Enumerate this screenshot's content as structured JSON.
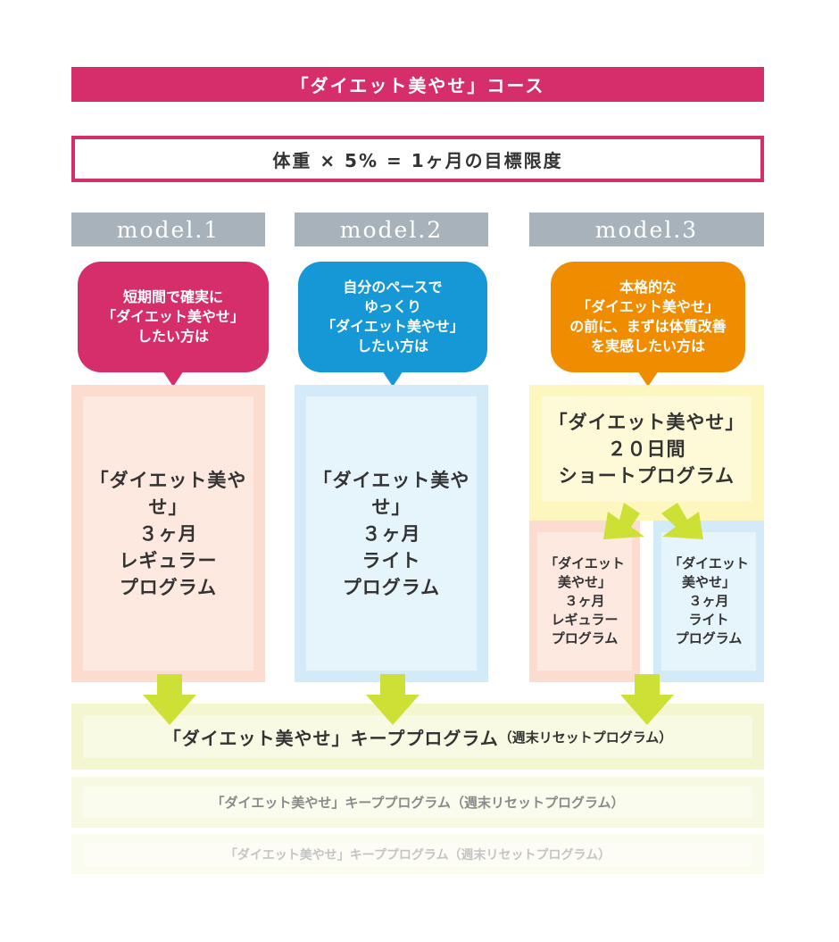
{
  "title": "「ダイエット美やせ」コース",
  "formula": "体重 × 5% = 1ヶ月の目標限度",
  "models": [
    {
      "label": "model.1",
      "bubble_lines": [
        "短期間で確実に",
        "「ダイエット美やせ」",
        "したい方は"
      ],
      "program_lines": [
        "「ダイエット美やせ」",
        "３ヶ月",
        "レギュラー",
        "プログラム"
      ]
    },
    {
      "label": "model.2",
      "bubble_lines": [
        "自分のペースで",
        "ゆっくり",
        "「ダイエット美やせ」",
        "したい方は"
      ],
      "program_lines": [
        "「ダイエット美やせ」",
        "３ヶ月",
        "ライト",
        "プログラム"
      ]
    },
    {
      "label": "model.3",
      "bubble_lines": [
        "本格的な",
        "「ダイエット美やせ」",
        "の前に、まずは体質改善",
        "を実感したい方は"
      ],
      "program_lines": [
        "「ダイエット美やせ」",
        "２０日間",
        "ショートプログラム"
      ],
      "sub_programs": [
        {
          "lines": [
            "「ダイエット",
            "美やせ」",
            "３ヶ月",
            "レギュラー",
            "プログラム"
          ]
        },
        {
          "lines": [
            "「ダイエット",
            "美やせ」",
            "３ヶ月",
            "ライト",
            "プログラム"
          ]
        }
      ]
    }
  ],
  "keep_program": {
    "main": "「ダイエット美やせ」キーププログラム",
    "sub": "（週末リセットプログラム）"
  },
  "keep_repeats": [
    "「ダイエット美やせ」キーププログラム（週末リセットプログラム）",
    "「ダイエット美やせ」キーププログラム（週末リセットプログラム）"
  ],
  "colors": {
    "pink": "#d62e6a",
    "blue": "#1698d6",
    "orange": "#f08c00",
    "arrow_green": "#cde036"
  }
}
